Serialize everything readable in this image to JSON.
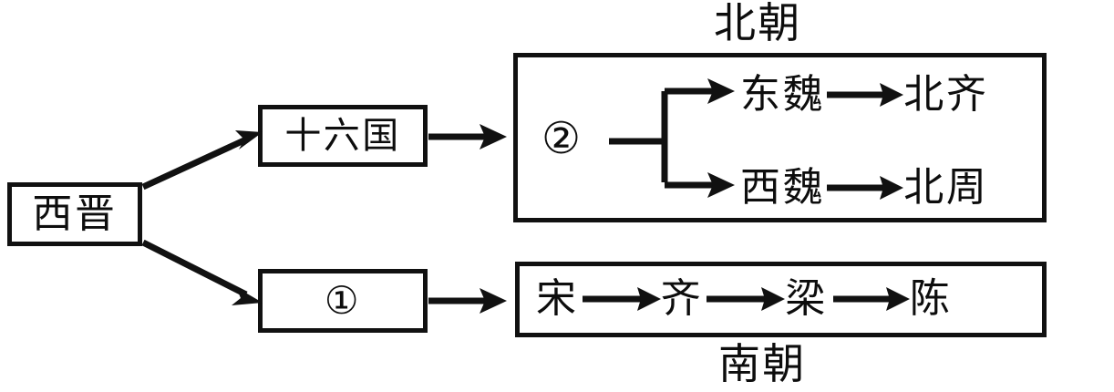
{
  "diagram": {
    "title_top": "北朝",
    "title_bottom": "南朝",
    "root": {
      "label": "西晋"
    },
    "north_branch": {
      "intermediate_label": "十六国",
      "group_marker": "②",
      "lines": [
        {
          "from": "东魏",
          "to": "北齐"
        },
        {
          "from": "西魏",
          "to": "北周"
        }
      ]
    },
    "south_branch": {
      "intermediate_label": "①",
      "sequence": [
        "宋",
        "齐",
        "梁",
        "陈"
      ]
    },
    "arrow_glyph": "→",
    "colors": {
      "stroke": "#111111",
      "text": "#0d0d0d",
      "background": "#ffffff"
    }
  }
}
